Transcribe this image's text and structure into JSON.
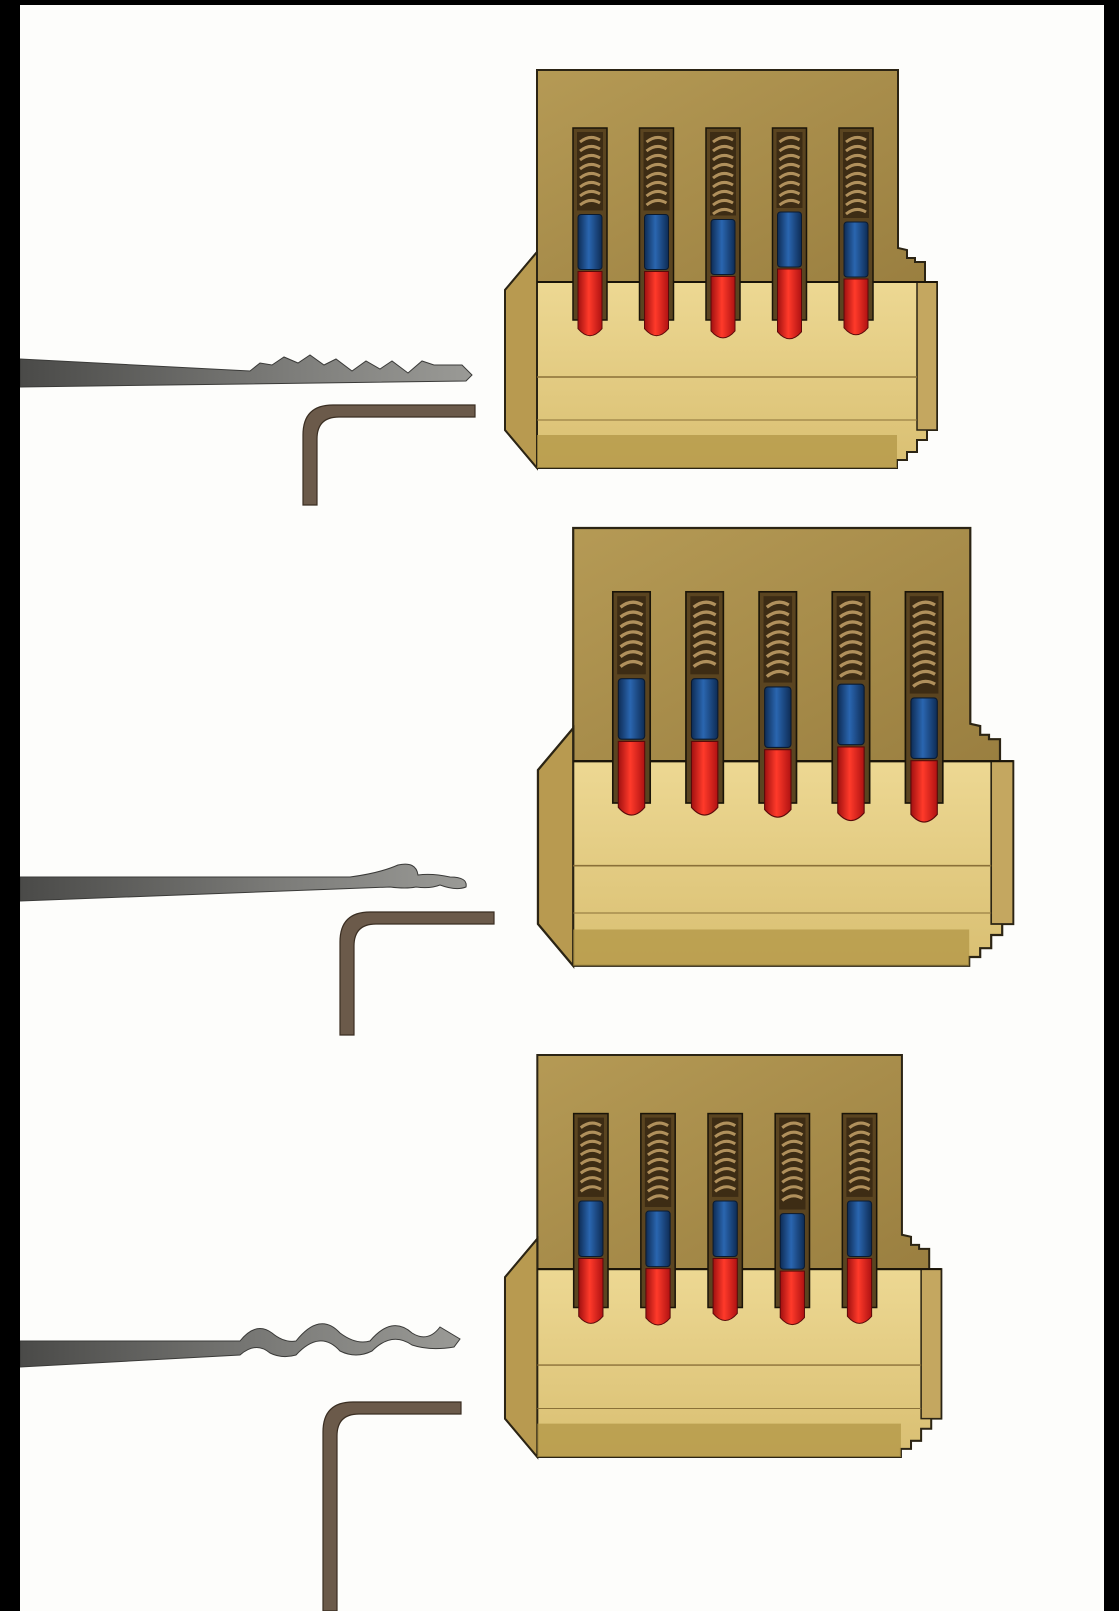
{
  "colors": {
    "background": "#fdfdfb",
    "frame": "#000000",
    "housing_dark": "#a08848",
    "housing_light": "#ecd68e",
    "plug_face": "#e6cf86",
    "key_pin": "#e02020",
    "driver_pin": "#1c4f8c",
    "spring": "#b0905c",
    "tool_metal_dark": "#4a4a48",
    "tool_metal_light": "#9a9a96",
    "tension_wrench": "#6b5a4a"
  },
  "panels": [
    {
      "id": "panel-rake-city",
      "pick": "city-rake",
      "pin_count": 5,
      "key_pin_length_units": [
        2.4,
        2.4,
        2.3,
        2.6,
        2.1
      ],
      "driver_pin_top_units": [
        2.7,
        2.7,
        2.5,
        2.8,
        2.4
      ]
    },
    {
      "id": "panel-hook",
      "pick": "hook",
      "pin_count": 5,
      "key_pin_length_units": [
        2.5,
        2.5,
        2.3,
        2.5,
        2.1
      ],
      "driver_pin_top_units": [
        3.0,
        3.0,
        2.7,
        2.8,
        2.3
      ]
    },
    {
      "id": "panel-rake-snake",
      "pick": "snake-rake",
      "pin_count": 5,
      "key_pin_length_units": [
        2.4,
        2.1,
        2.3,
        2.0,
        2.4
      ],
      "driver_pin_top_units": [
        2.7,
        2.3,
        2.7,
        2.2,
        2.7
      ]
    }
  ]
}
